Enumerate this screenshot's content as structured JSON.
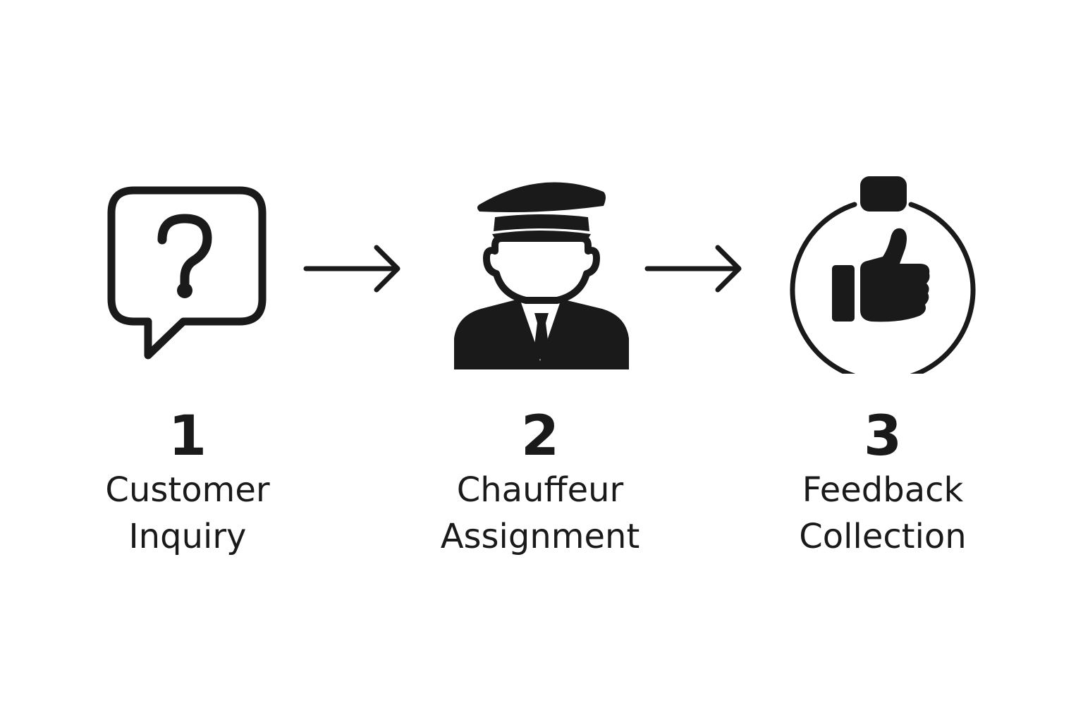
{
  "steps": [
    {
      "number": "1",
      "label_line1": "Customer",
      "label_line2": "Inquiry",
      "icon": "question-speech-bubble-icon"
    },
    {
      "number": "2",
      "label_line1": "Chauffeur",
      "label_line2": "Assignment",
      "icon": "chauffeur-icon"
    },
    {
      "number": "3",
      "label_line1": "Feedback",
      "label_line2": "Collection",
      "icon": "thumbs-up-circle-icon"
    }
  ],
  "connectors": [
    {
      "from": "1",
      "to": "2",
      "icon": "arrow-right-icon"
    },
    {
      "from": "2",
      "to": "3",
      "icon": "arrow-right-icon"
    }
  ],
  "colors": {
    "background": "#ffffff",
    "ink": "#1a1a1a"
  }
}
